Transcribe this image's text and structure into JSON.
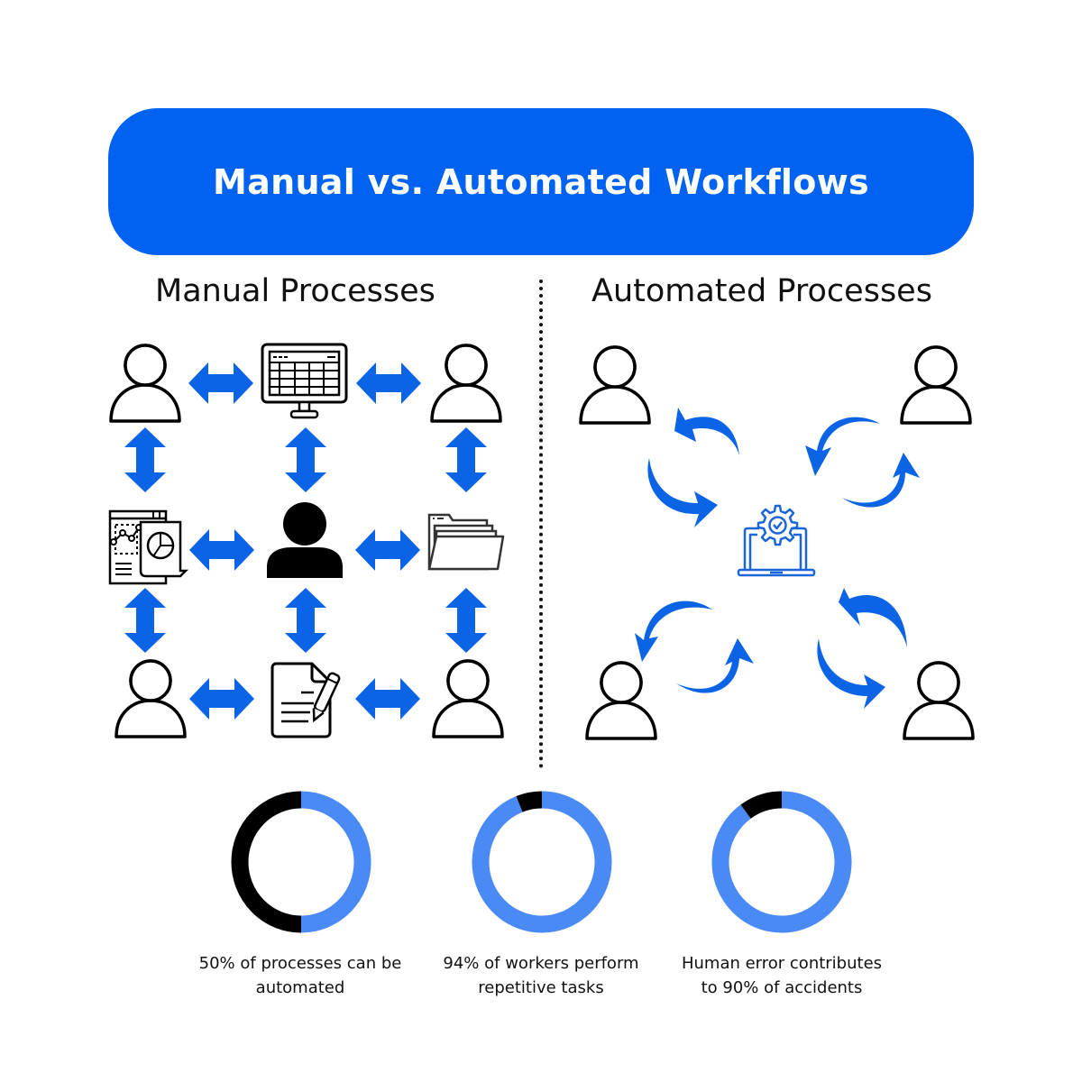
{
  "title": "Manual vs. Automated Workflows",
  "sections": {
    "manual": {
      "heading": "Manual Processes",
      "nodes": [
        "person-outline",
        "spreadsheet-monitor",
        "person-outline",
        "analytics-report",
        "person-solid",
        "folder",
        "person-outline",
        "document-pen",
        "person-outline"
      ]
    },
    "automated": {
      "heading": "Automated Processes",
      "nodes": [
        "person-outline",
        "person-outline",
        "laptop-gear-check",
        "person-outline",
        "person-outline"
      ]
    }
  },
  "colors": {
    "brand_blue": "#0062f0",
    "arrow_blue": "#0b63e5",
    "donut_blue": "#4a8af4",
    "donut_dark": "#000000",
    "text": "#111111"
  },
  "chart_data": {
    "type": "pie",
    "title": "",
    "charts": [
      {
        "label": "50% of processes can be automated",
        "highlight_percent": 50,
        "remainder_percent": 50
      },
      {
        "label": "94% of workers perform repetitive tasks",
        "highlight_percent": 94,
        "remainder_percent": 6
      },
      {
        "label": "Human error contributes to 90% of accidents",
        "highlight_percent": 90,
        "remainder_percent": 10
      }
    ]
  },
  "stats": [
    {
      "caption_line1": "50% of processes can be",
      "caption_line2": "automated"
    },
    {
      "caption_line1": "94% of workers perform",
      "caption_line2": "repetitive tasks"
    },
    {
      "caption_line1": "Human error contributes",
      "caption_line2": "to 90% of accidents"
    }
  ]
}
